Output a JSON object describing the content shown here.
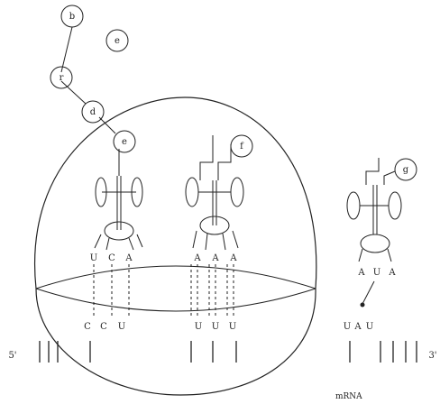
{
  "beads": [
    "b",
    "e",
    "r",
    "d",
    "e",
    "f",
    "g"
  ],
  "anticodon_left": [
    "U",
    "C",
    "A"
  ],
  "anticodon_mid": [
    "A",
    "A",
    "A"
  ],
  "anticodon_right": [
    "A",
    "U",
    "A"
  ],
  "codons_left": [
    "C",
    "C",
    "U"
  ],
  "codons_mid": [
    "U",
    "U",
    "U"
  ],
  "codons_right": [
    "U",
    "A",
    "U"
  ],
  "end_5": "5'",
  "end_3": "3'",
  "mrna_label": "mRNA"
}
